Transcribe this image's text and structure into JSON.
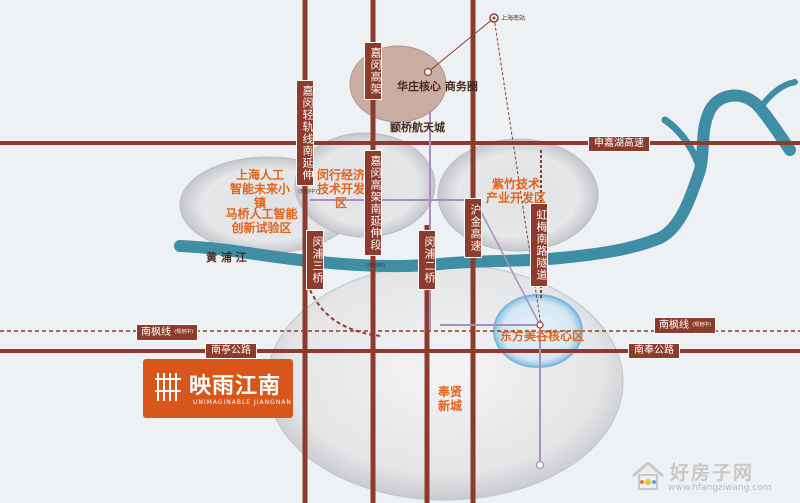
{
  "districts": {
    "huazhuang": "华庄核心\n商务圈",
    "chengqiao": "颛桥航天城",
    "shanghai_ai": "上海人工\n智能未来小镇",
    "maqiao": "马桥人工智能\n创新试验区",
    "minhang_tech": "闵行经济\n技术开发区",
    "zizhu": "紫竹技术\n产业开发区",
    "dongfang": "东方美谷核心区",
    "fengxian": "奉贤\n新城"
  },
  "roads": {
    "jiamin_gaojia": "嘉闵高架",
    "jiamin_light_rail": "嘉闵轻轨线南延伸",
    "jiamin_south": "嘉闵高架南延伸段",
    "minpu_3": "闵浦三桥",
    "minpu_2": "闵浦二桥",
    "hujin": "沪金高速",
    "hongmei": "虹梅南路隧道",
    "shenjiahu": "申嘉湖高速",
    "nantinggonglu": "南亭公路",
    "nanfenggonglu": "南奉公路",
    "nanfeng_left": "南枫线",
    "nanfeng_right": "南枫线",
    "huangpu": "黄  浦  江",
    "planning": "(规划中)"
  },
  "station": {
    "name": "上海南站"
  },
  "project": {
    "name": "映雨江南",
    "english": "UNIMAGINABLE JIANGNAN"
  },
  "watermark": {
    "site": "好房子网",
    "url": "www.hfangziwang.com"
  },
  "colors": {
    "road": "#8c3b2c",
    "river": "#3f8ea6",
    "orange_text": "#e0651f",
    "logo_bg": "#d9561b",
    "rail_purple": "#a98fc0",
    "background": "#eef1f4"
  }
}
